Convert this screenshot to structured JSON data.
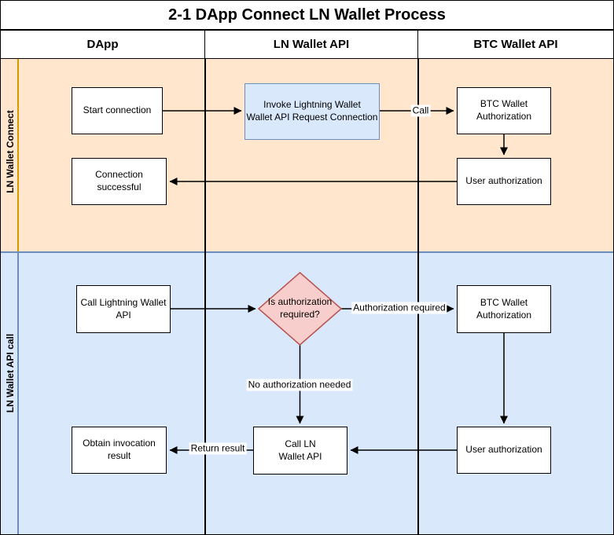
{
  "title": "2-1 DApp Connect LN Wallet Process",
  "columns": [
    {
      "label": "DApp"
    },
    {
      "label": "LN Wallet API"
    },
    {
      "label": "BTC Wallet API"
    }
  ],
  "lanes": [
    {
      "label": "LN Wallet Connect",
      "fill": "#FFE6CC",
      "accent": "#D79B00"
    },
    {
      "label": "LN Wallet API call",
      "fill": "#DAE8FC",
      "accent": "#6C8EBF"
    }
  ],
  "nodes": {
    "start_connection": {
      "label": "Start connection",
      "type": "process"
    },
    "invoke_wallet": {
      "label": "Invoke Lightning Wallet\nWallet API Request Connection",
      "type": "process"
    },
    "btc_wallet_auth_connect": {
      "label": "BTC Wallet\nAuthorization",
      "type": "process"
    },
    "user_auth_connect": {
      "label": "User authorization",
      "type": "process"
    },
    "connection_successful": {
      "label": "Connection\nsuccessful",
      "type": "process"
    },
    "call_lightning_wallet_api": {
      "label": "Call Lightning Wallet\nAPI",
      "type": "process"
    },
    "is_auth_required": {
      "label": "Is authorization\nrequired?",
      "type": "decision"
    },
    "btc_wallet_auth_call": {
      "label": "BTC Wallet\nAuthorization",
      "type": "process"
    },
    "user_auth_call": {
      "label": "User authorization",
      "type": "process"
    },
    "call_ln_wallet_api": {
      "label": "Call LN\nWallet API",
      "type": "process"
    },
    "obtain_invocation_result": {
      "label": "Obtain invocation\nresult",
      "type": "process"
    }
  },
  "edge_labels": {
    "call": "Call",
    "authorization_required": "Authorization required",
    "no_authorization_needed": "No authorization needed",
    "return_result": "Return result"
  },
  "colors": {
    "lane_connect_fill": "#FFE6CC",
    "lane_connect_accent": "#D79B00",
    "lane_call_fill": "#DAE8FC",
    "lane_call_accent": "#6C8EBF",
    "invoke_fill": "#DAE8FC",
    "invoke_stroke": "#6C8EBF",
    "decision_fill": "#F8CECC",
    "decision_stroke": "#B85450",
    "process_fill": "#FFFFFF",
    "line": "#000000"
  }
}
